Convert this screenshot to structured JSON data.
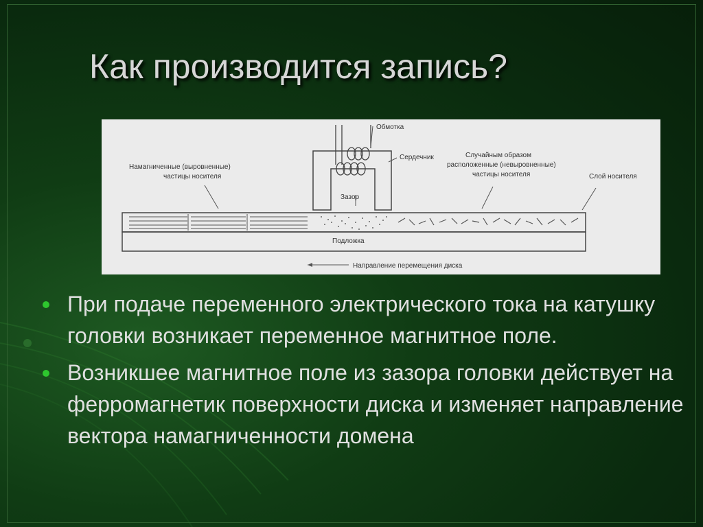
{
  "slide": {
    "title": "Как производится запись?",
    "bullets": [
      "При подаче переменного электрического тока на катушку головки возникает переменное магнитное поле.",
      "Возникшее магнитное поле из зазора головки действует на ферромагнетик поверхности диска и изменяет направление вектора намагниченности домена"
    ]
  },
  "diagram": {
    "labels": {
      "winding": "Обмотка",
      "core": "Сердечник",
      "aligned_1": "Намагниченные (выровненные)",
      "aligned_2": "частицы носителя",
      "random_1": "Случайным образом",
      "random_2": "расположенные (невыровненные)",
      "random_3": "частицы носителя",
      "media_layer": "Слой носителя",
      "gap": "Зазор",
      "substrate": "Подложка",
      "direction": "Направление перемещения диска"
    }
  },
  "colors": {
    "background": "#0a2a0e",
    "title": "#d6d6d6",
    "text": "#e0e0e0",
    "bullet": "#2ec72e",
    "diagram_bg": "#ebebeb"
  }
}
